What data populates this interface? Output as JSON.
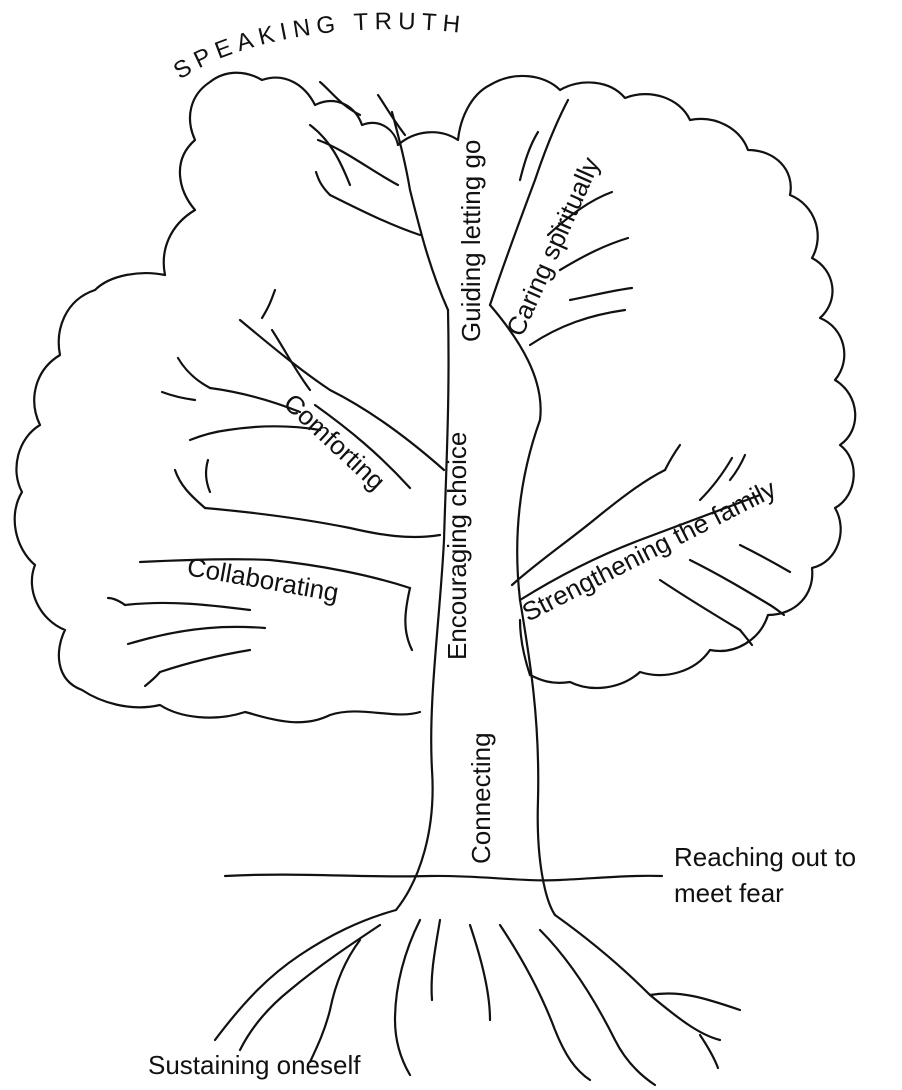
{
  "title": "SPEAKING TRUTH",
  "labels": {
    "guiding": "Guiding letting go",
    "caring": "Caring spiritually",
    "comforting": "Comforting",
    "encouraging": "Encouraging choice",
    "collaborating": "Collaborating",
    "strengthening": "Strengthening the family",
    "connecting": "Connecting",
    "reaching_line1": "Reaching out to",
    "reaching_line2": "meet fear",
    "sustaining": "Sustaining oneself"
  },
  "colors": {
    "line": "#111111",
    "background": "#ffffff"
  }
}
